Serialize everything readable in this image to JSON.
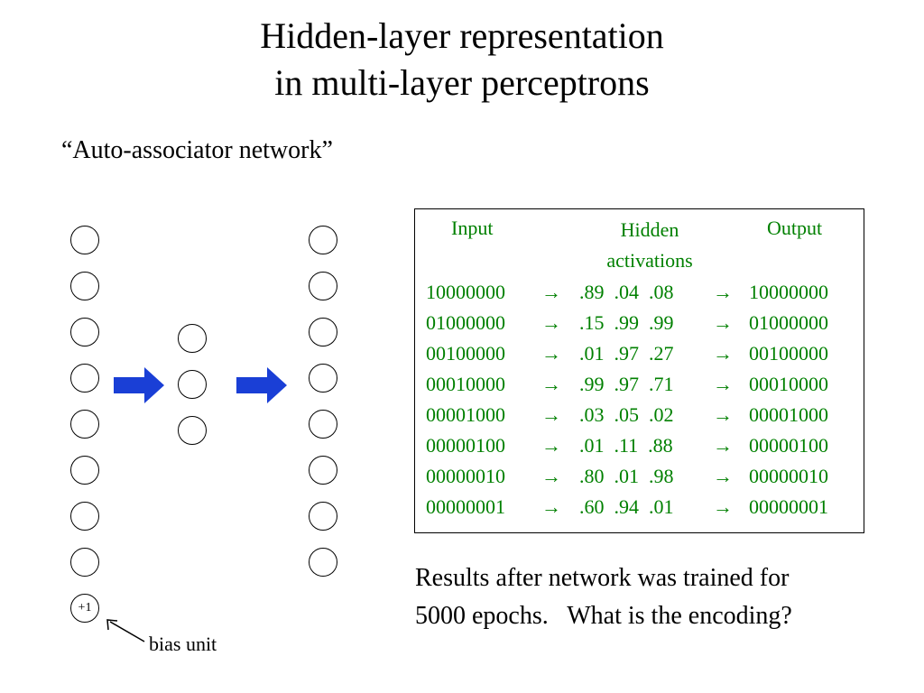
{
  "slide": {
    "title_line1": "Hidden-layer representation",
    "title_line2": "in multi-layer perceptrons",
    "subtitle": "“Auto-associator network”"
  },
  "network": {
    "input_units": 8,
    "hidden_units": 3,
    "output_units": 8,
    "bias_label": "+1",
    "bias_caption": "bias unit",
    "arrow_color": "#1a3fd6"
  },
  "table": {
    "header_input": "Input",
    "header_hidden_line1": "Hidden",
    "header_hidden_line2": "activations",
    "header_output": "Output",
    "arrow_symbol": "→",
    "text_color": "#008000",
    "rows": [
      {
        "input": "10000000",
        "hidden": ".89  .04  .08",
        "output": "10000000"
      },
      {
        "input": "01000000",
        "hidden": ".15  .99  .99",
        "output": "01000000"
      },
      {
        "input": "00100000",
        "hidden": ".01  .97  .27",
        "output": "00100000"
      },
      {
        "input": "00010000",
        "hidden": ".99  .97  .71",
        "output": "00010000"
      },
      {
        "input": "00001000",
        "hidden": ".03  .05  .02",
        "output": "00001000"
      },
      {
        "input": "00000100",
        "hidden": ".01  .11  .88",
        "output": "00000100"
      },
      {
        "input": "00000010",
        "hidden": ".80  .01  .98",
        "output": "00000010"
      },
      {
        "input": "00000001",
        "hidden": ".60  .94  .01",
        "output": "00000001"
      }
    ]
  },
  "results": {
    "line1": "Results after network was trained for",
    "line2": "5000 epochs.   What is the encoding?"
  }
}
